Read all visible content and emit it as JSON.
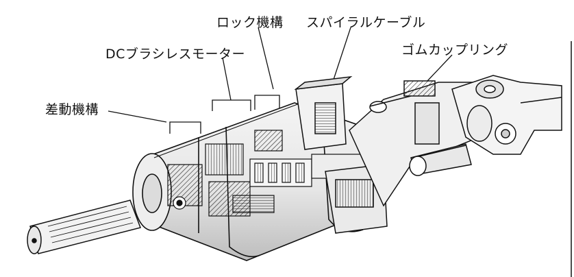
{
  "labels": {
    "differential": "差動機構",
    "dc_motor": "DCブラシレスモーター",
    "lock": "ロック機構",
    "spiral_cable": "スパイラルケーブル",
    "rubber_coupling": "ゴムカップリング"
  }
}
